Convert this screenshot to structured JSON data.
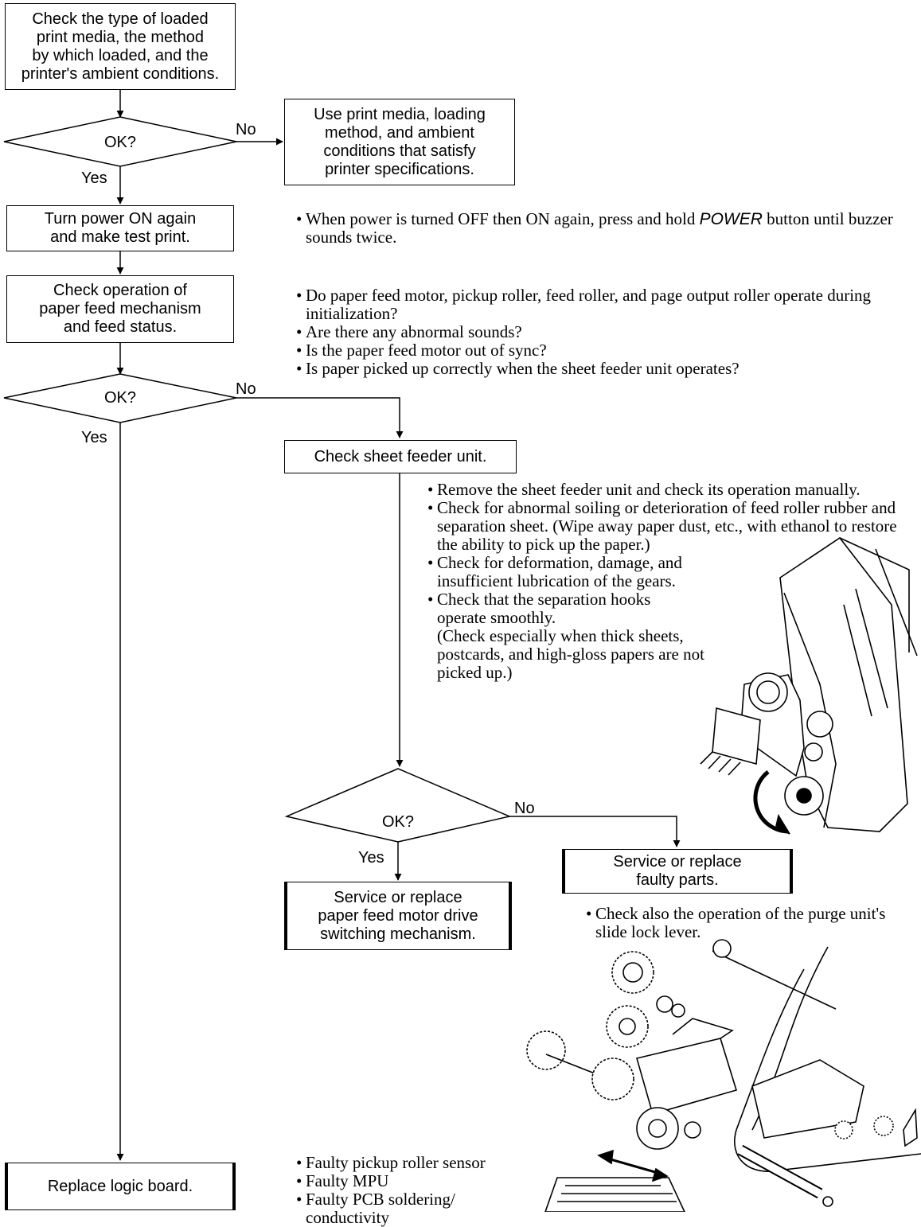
{
  "boxes": {
    "check_type": "Check the type of loaded\nprint media, the method\nby which loaded, and the\nprinter's ambient conditions.",
    "use_media": "Use print media, loading\nmethod, and ambient\nconditions that satisfy\nprinter specifications.",
    "turn_power": "Turn power ON again\nand make test print.",
    "check_operation": "Check operation of\npaper feed mechanism\nand feed status.",
    "check_sheet_feeder": "Check sheet feeder unit.",
    "service_motor": "Service or replace\npaper feed motor drive\nswitching mechanism.",
    "service_faulty": "Service or replace\nfaulty parts.",
    "replace_logic": "Replace logic board."
  },
  "decisions": {
    "d1": "OK?",
    "d2": "OK?",
    "d3": "OK?"
  },
  "labels": {
    "no": "No",
    "yes": "Yes"
  },
  "notes": {
    "power": {
      "before": "When power is turned OFF then ON again, press and hold ",
      "button": "POWER",
      "after": " button until buzzer sounds twice."
    },
    "operation": [
      "Do paper feed motor, pickup roller, feed roller, and page output roller operate during initialization?",
      "Are there any abnormal sounds?",
      "Is the paper feed motor out of sync?",
      "Is paper picked up correctly when the sheet feeder unit operates?"
    ],
    "sheet_feeder": [
      "Remove the sheet feeder unit and check its operation manually.",
      "Check for abnormal soiling or deterioration of feed roller rubber and separation sheet. (Wipe away paper dust, etc., with ethanol to restore the ability to pick up the paper.)",
      "Check for deformation, damage, and insufficient lubrication of the gears.",
      "Check that the separation hooks operate smoothly."
    ],
    "sheet_feeder_extra": "(Check especially when thick sheets, postcards, and high-gloss papers are not picked up.)",
    "purge": "Check also the operation of the purge unit's slide lock lever.",
    "logic": [
      "Faulty pickup roller sensor",
      "Faulty MPU",
      "Faulty PCB soldering/ conductivity"
    ]
  }
}
